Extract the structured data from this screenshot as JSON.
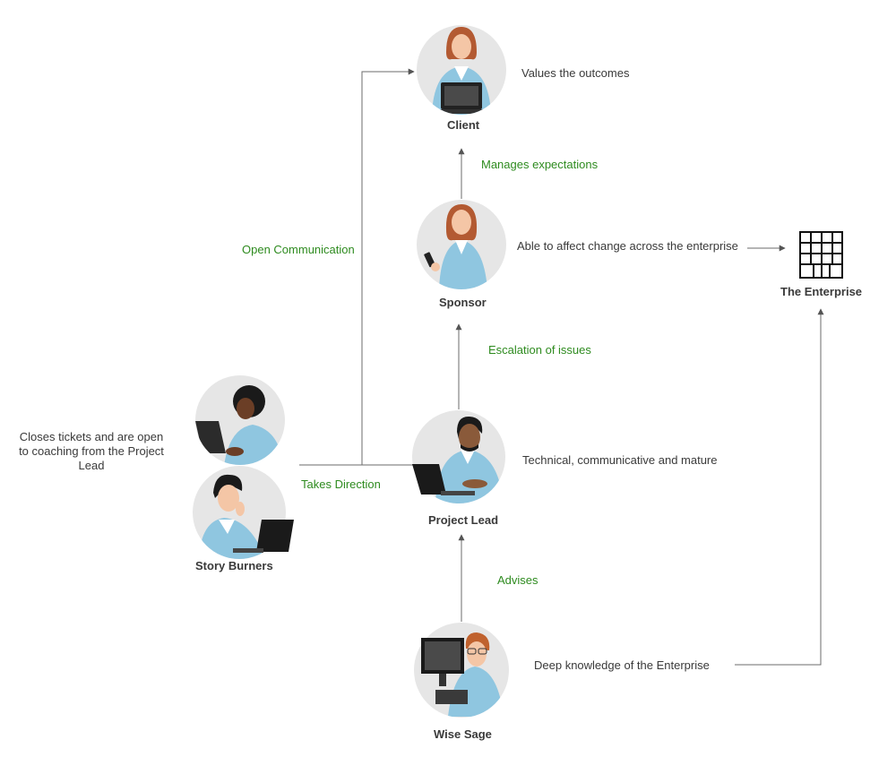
{
  "nodes": {
    "client": {
      "label": "Client",
      "description": "Values the outcomes"
    },
    "sponsor": {
      "label": "Sponsor",
      "description": "Able to affect change across the enterprise"
    },
    "enterprise": {
      "label": "The Enterprise"
    },
    "project_lead": {
      "label": "Project Lead",
      "description": "Technical, communicative and mature"
    },
    "story_burners": {
      "label": "Story Burners",
      "description": [
        "Closes tickets and are open",
        "to coaching from the Project",
        "Lead"
      ]
    },
    "wise_sage": {
      "label": "Wise Sage",
      "description": "Deep knowledge of the Enterprise"
    }
  },
  "edges": {
    "manages_expectations": "Manages expectations",
    "escalation_of_issues": "Escalation of issues",
    "advises": "Advises",
    "open_communication": "Open Communication",
    "takes_direction": "Takes Direction"
  },
  "colors": {
    "edge_label": "#2e8b1f",
    "text": "#3a3a3a",
    "circle": "#e6e6e6",
    "line": "#6b6b6b",
    "shirt": "#8fc6e0"
  },
  "icons": [
    "client-avatar-icon",
    "sponsor-avatar-icon",
    "story-burner-avatar-icon",
    "project-lead-avatar-icon",
    "wise-sage-avatar-icon",
    "enterprise-building-icon"
  ]
}
